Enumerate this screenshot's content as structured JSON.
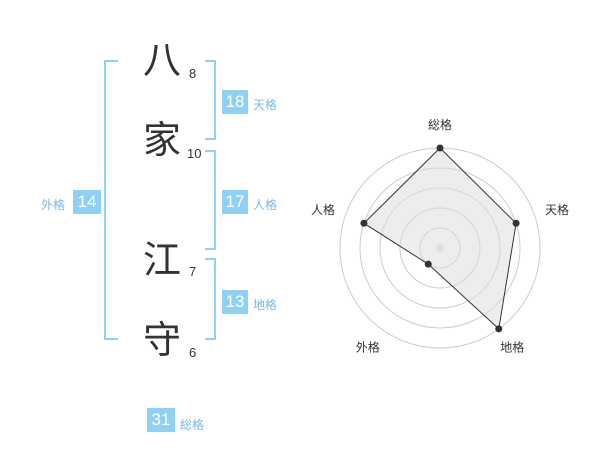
{
  "name_chars": [
    {
      "char": "八",
      "strokes": "8"
    },
    {
      "char": "家",
      "strokes": "10"
    },
    {
      "char": "江",
      "strokes": "7"
    },
    {
      "char": "守",
      "strokes": "6"
    }
  ],
  "fortunes": {
    "tenkaku": {
      "value": "18",
      "label": "天格"
    },
    "jinkaku": {
      "value": "17",
      "label": "人格"
    },
    "chikaku": {
      "value": "13",
      "label": "地格"
    },
    "gaikaku": {
      "value": "14",
      "label": "外格"
    },
    "soukaku": {
      "value": "31",
      "label": "総格"
    }
  },
  "colors": {
    "accent": "#8fd0f5",
    "label": "#7ab8e0",
    "text": "#333333",
    "radar_fill": "#eeeeee"
  },
  "chart_data": {
    "type": "radar",
    "axes": [
      "総格",
      "天格",
      "地格",
      "外格",
      "人格"
    ],
    "values": [
      5,
      4,
      5,
      1,
      4
    ],
    "max": 5,
    "rings": 5
  }
}
